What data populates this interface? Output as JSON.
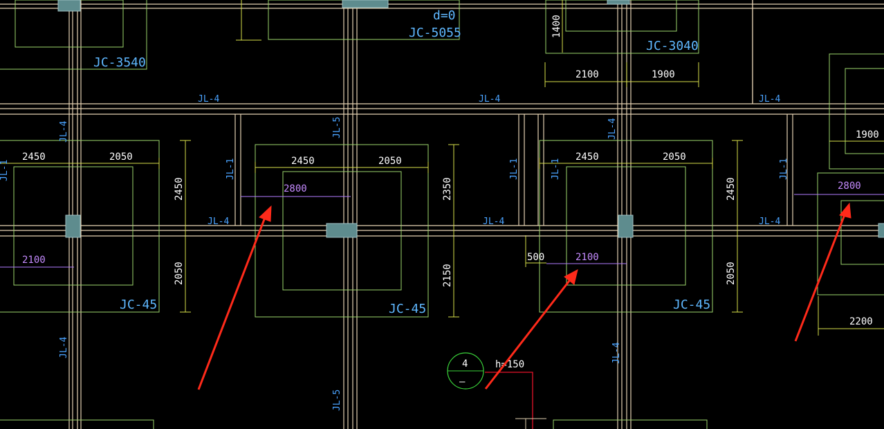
{
  "colors": {
    "background": "#000000",
    "axis_lines": "#e6d3b3",
    "footing_outline": "#9bd66b",
    "dim_yellow": "#d8e14a",
    "dim_purple": "#b27bff",
    "column_fill": "#5e8c8e",
    "arrow_red": "#ff2a1a",
    "label_cyan": "#54b4ff",
    "section_green": "#3ad23a",
    "section_line_red": "#e8142a"
  },
  "footing_labels": {
    "jc_5055_depth": "d=0",
    "jc_5055": "JC-5055",
    "jc_3540": "JC-3540",
    "jc_3040": "JC-3040",
    "jc_45_a": "JC-45",
    "jc_45_b": "JC-45",
    "jc_45_c": "JC-45"
  },
  "beam_labels": {
    "jl4_top_1": "JL-4",
    "jl4_top_2": "JL-4",
    "jl4_top_3": "JL-4",
    "jl4_mid_1": "JL-4",
    "jl4_mid_2": "JL-4",
    "jl4_mid_3": "JL-4",
    "jl4_v_1": "JL-4",
    "jl4_v_2": "JL-4",
    "jl4_v_3": "JL-4",
    "jl4_v_4": "JL-4",
    "jl5_v_1": "JL-5",
    "jl5_v_2": "JL-5",
    "jl1_1": "JL-1",
    "jl1_2": "JL-1",
    "jl1_3": "JL-1",
    "jl1_4": "JL-1",
    "jl1_5": "JL-1"
  },
  "dimensions": {
    "d1400": "1400",
    "d2100_top": "2100",
    "d1900_top": "1900",
    "d2450_a": "2450",
    "d2050_a": "2050",
    "d2450_b": "2450",
    "d2050_b": "2050",
    "d2450_c": "2450",
    "d2050_c": "2050",
    "d1900_right": "1900",
    "v2450_a": "2450",
    "v2050_a": "2050",
    "v2350": "2350",
    "v2150": "2150",
    "v2450_c": "2450",
    "v2050_c": "2050",
    "p2800_a": "2800",
    "p2100_left": "2100",
    "p2100_mid": "2100",
    "d500": "500",
    "p2800_right": "2800",
    "d2200": "2200"
  },
  "section_mark": {
    "number": "4",
    "dash": "—",
    "height_note": "h=150"
  }
}
